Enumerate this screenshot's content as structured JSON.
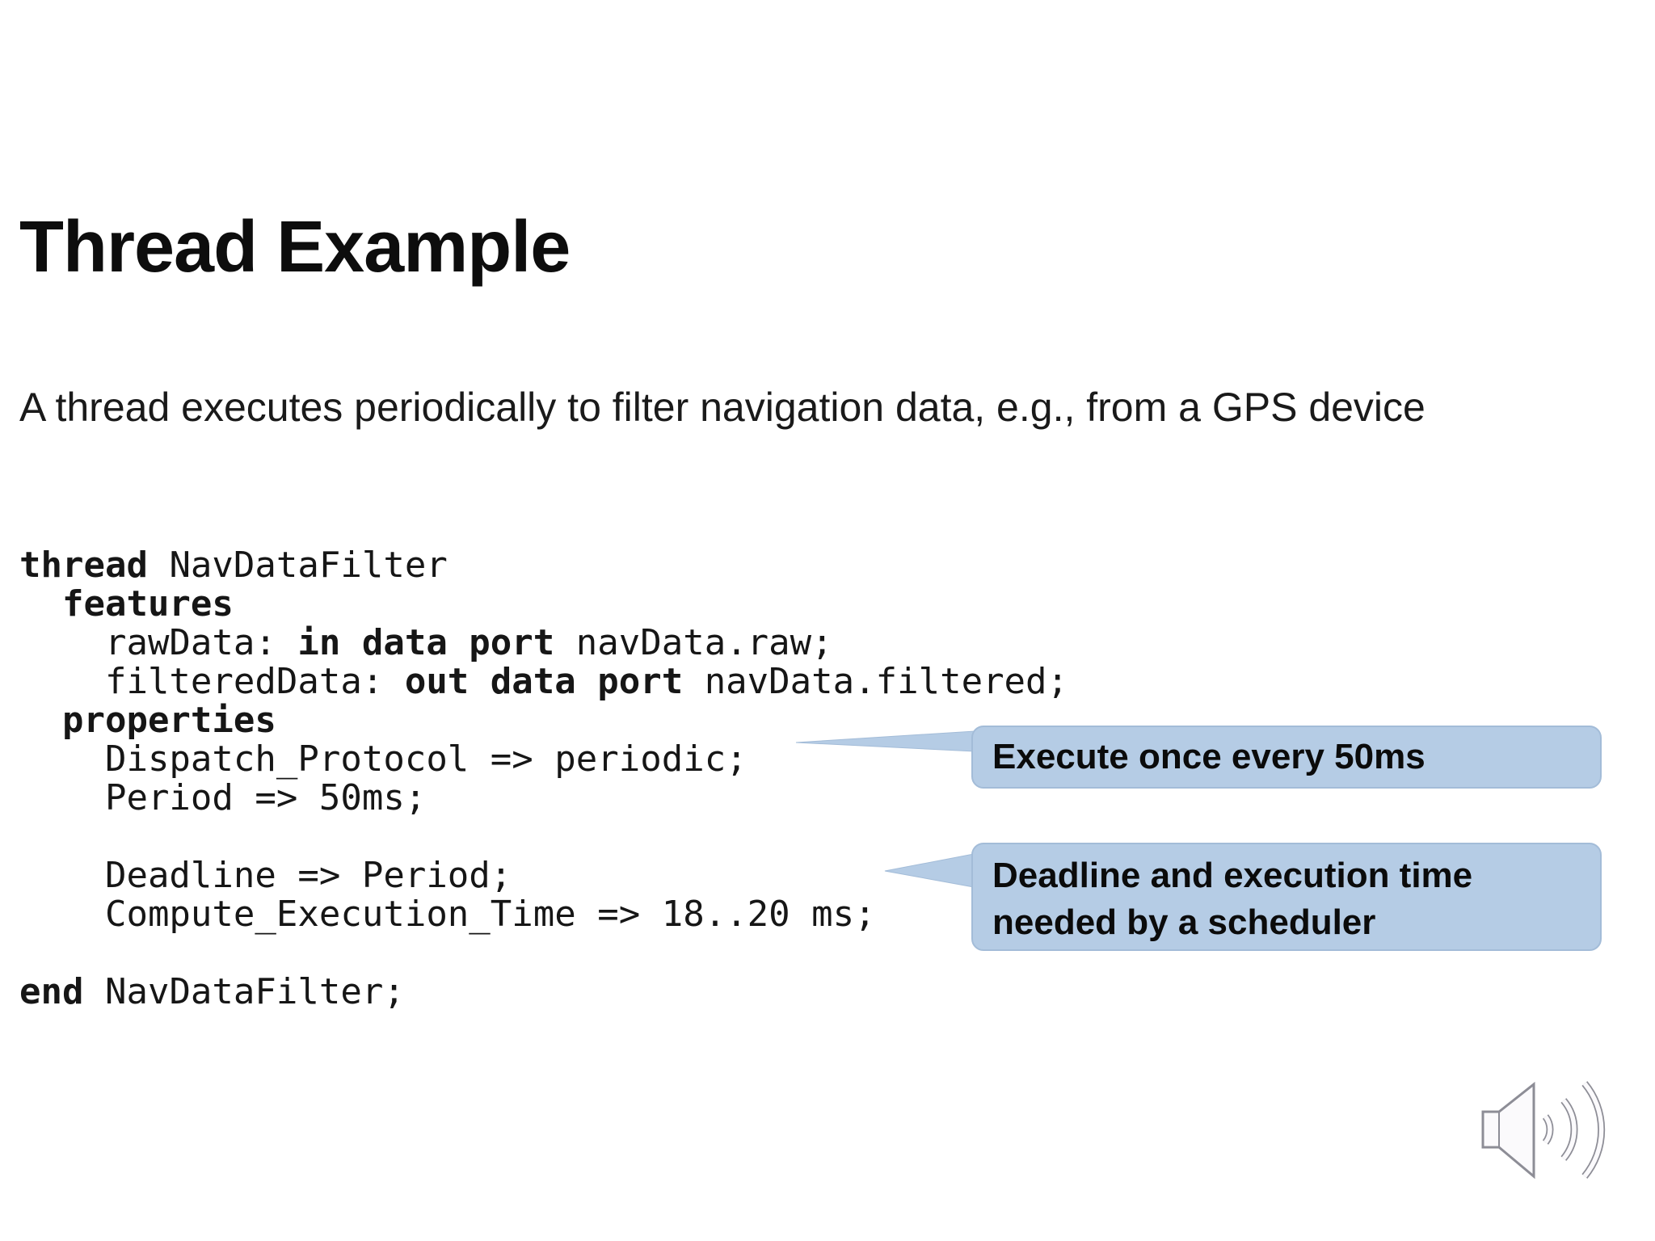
{
  "slide": {
    "title": "Thread Example",
    "subtitle": "A thread executes periodically to filter navigation data, e.g., from a GPS device"
  },
  "code": {
    "language": "AADL",
    "lines": [
      [
        {
          "t": "thread",
          "b": true
        },
        {
          "t": " NavDataFilter",
          "b": false
        }
      ],
      [
        {
          "t": "  ",
          "b": false
        },
        {
          "t": "features",
          "b": true
        }
      ],
      [
        {
          "t": "    rawData: ",
          "b": false
        },
        {
          "t": "in data port",
          "b": true
        },
        {
          "t": " navData.raw;",
          "b": false
        }
      ],
      [
        {
          "t": "    filteredData: ",
          "b": false
        },
        {
          "t": "out data port",
          "b": true
        },
        {
          "t": " navData.filtered;",
          "b": false
        }
      ],
      [
        {
          "t": "  ",
          "b": false
        },
        {
          "t": "properties",
          "b": true
        }
      ],
      [
        {
          "t": "    Dispatch_Protocol => periodic;",
          "b": false
        }
      ],
      [
        {
          "t": "    Period => 50ms;",
          "b": false
        }
      ],
      [
        {
          "t": "",
          "b": false
        }
      ],
      [
        {
          "t": "    Deadline => Period;",
          "b": false
        }
      ],
      [
        {
          "t": "    Compute_Execution_Time => 18..20 ms;",
          "b": false
        }
      ],
      [
        {
          "t": "",
          "b": false
        }
      ],
      [
        {
          "t": "end",
          "b": true
        },
        {
          "t": " NavDataFilter;",
          "b": false
        }
      ]
    ]
  },
  "callouts": [
    {
      "lines": [
        "Execute once every 50ms"
      ]
    },
    {
      "lines": [
        "Deadline and execution time",
        "needed by a scheduler"
      ]
    }
  ],
  "icons": {
    "audio": "speaker-with-sound-waves-icon"
  },
  "colors": {
    "background": "#ffffff",
    "callout_bg": "#b5cce5",
    "callout_border": "#a3bcd8",
    "title_text": "#0d0d0d",
    "body_text": "#1a1a1a",
    "code_text": "#161616",
    "speaker_outline": "#8d8d96",
    "speaker_fill": "#fbfafc"
  }
}
